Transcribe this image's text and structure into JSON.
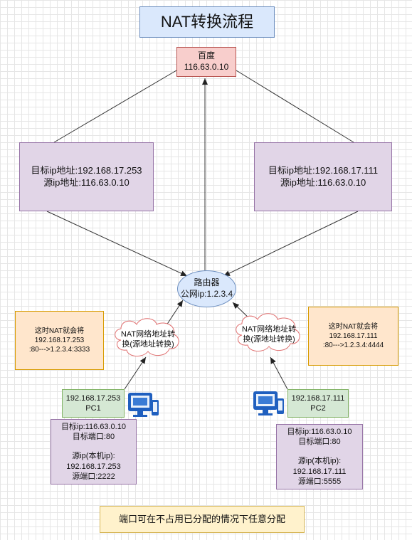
{
  "title": "NAT转换流程",
  "server": {
    "name": "百度",
    "ip": "116.63.0.10"
  },
  "packet_left": {
    "line1": "目标ip地址:192.168.17.253",
    "line2": "源ip地址:116.63.0.10"
  },
  "packet_right": {
    "line1": "目标ip地址:192.168.17.111",
    "line2": "源ip地址:116.63.0.10"
  },
  "router": {
    "name": "路由器",
    "ip": "公网ip:1.2.3.4"
  },
  "nat_left": {
    "line1": "NAT网络地址转",
    "line2": "换(源地址转换)"
  },
  "nat_right": {
    "line1": "NAT网络地址转",
    "line2": "换(源地址转换)"
  },
  "note_left": {
    "line1": "这时NAT就会将",
    "line2": "192.168.17.253",
    "line3": ":80--->1.2.3.4:3333"
  },
  "note_right": {
    "line1": "这时NAT就会将",
    "line2": "192.168.17.111",
    "line3": ":80--->1.2.3.4:4444"
  },
  "pc1": {
    "ip": "192.168.17.253",
    "name": "PC1",
    "info": [
      "目标ip:116.63.0.10",
      "目标端口:80",
      "",
      "源ip(本机ip):",
      "192.168.17.253",
      "源端口:2222"
    ]
  },
  "pc2": {
    "ip": "192.168.17.111",
    "name": "PC2",
    "info": [
      "目标ip:116.63.0.10",
      "目标端口:80",
      "",
      "源ip(本机ip):",
      "192.168.17.111",
      "源端口:5555"
    ]
  },
  "footer": "端口可在不占用已分配的情况下任意分配",
  "icons": [
    "computer-icon",
    "cloud-icon"
  ],
  "colors": {
    "blue_fill": "#dae8fc",
    "red_fill": "#f8cecc",
    "purple_fill": "#e1d5e7",
    "orange_fill": "#ffe6cc",
    "green_fill": "#d5e8d4",
    "yellow_fill": "#fff2cc",
    "icon_blue": "#1f5fbf"
  }
}
